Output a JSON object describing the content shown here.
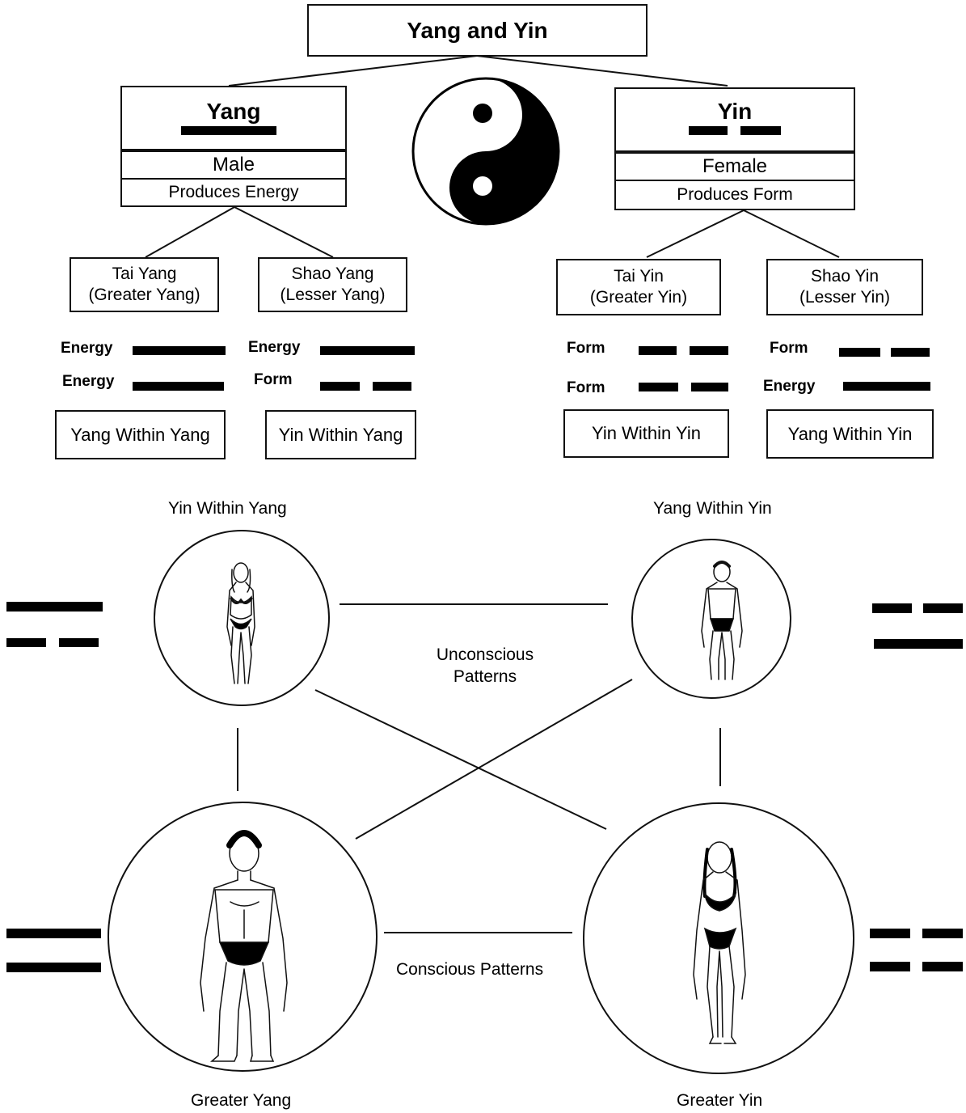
{
  "top": {
    "title": "Yang and Yin"
  },
  "yang": {
    "title": "Yang",
    "gender": "Male",
    "produces": "Produces Energy"
  },
  "yin": {
    "title": "Yin",
    "gender": "Female",
    "produces": "Produces Form"
  },
  "subgroups": {
    "tai_yang": {
      "title": "Tai Yang\n(Greater Yang)",
      "line1": "Energy",
      "line2": "Energy",
      "tag": "Yang Within Yang"
    },
    "shao_yang": {
      "title": "Shao Yang\n(Lesser Yang)",
      "line1": "Energy",
      "line2": "Form",
      "tag": "Yin Within Yang"
    },
    "tai_yin": {
      "title": "Tai Yin\n(Greater Yin)",
      "line1": "Form",
      "line2": "Form",
      "tag": "Yin Within Yin"
    },
    "shao_yin": {
      "title": "Shao Yin\n(Lesser Yin)",
      "line1": "Form",
      "line2": "Energy",
      "tag": "Yang Within Yin"
    }
  },
  "figures": {
    "top_left": "Yin Within Yang",
    "top_right": "Yang Within Yin",
    "bottom_left": "Greater Yang",
    "bottom_right": "Greater Yin",
    "unconscious": "Unconscious\nPatterns",
    "conscious": "Conscious Patterns"
  }
}
